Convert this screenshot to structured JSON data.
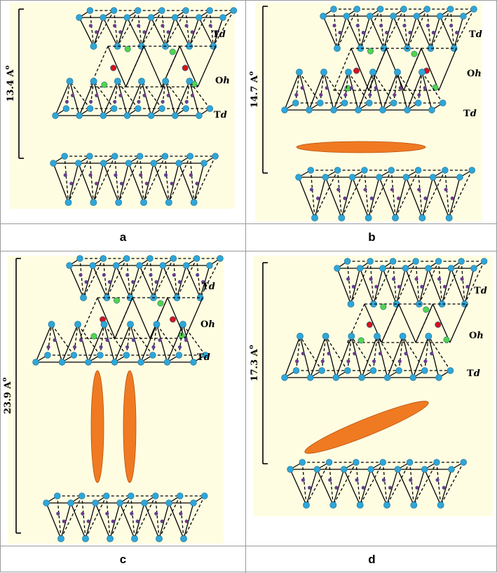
{
  "figure": {
    "panels": [
      {
        "id": "a",
        "label": "a",
        "spacing": "13.4 A",
        "spacing_superscript": "o",
        "site_labels": [
          {
            "main": "T",
            "sub": "d"
          },
          {
            "main": "O",
            "sub": "h"
          },
          {
            "main": "T",
            "sub": "d"
          }
        ],
        "intercalated_molecules": 0,
        "molecule_orientation": "none"
      },
      {
        "id": "b",
        "label": "b",
        "spacing": "14.7 A",
        "spacing_superscript": "o",
        "site_labels": [
          {
            "main": "T",
            "sub": "d"
          },
          {
            "main": "O",
            "sub": "h"
          },
          {
            "main": "T",
            "sub": "d"
          }
        ],
        "intercalated_molecules": 1,
        "molecule_orientation": "horizontal"
      },
      {
        "id": "c",
        "label": "c",
        "spacing": "23.9 A",
        "spacing_superscript": "o",
        "site_labels": [
          {
            "main": "T",
            "sub": "d"
          },
          {
            "main": "O",
            "sub": "h"
          },
          {
            "main": "T",
            "sub": "d"
          }
        ],
        "intercalated_molecules": 2,
        "molecule_orientation": "vertical"
      },
      {
        "id": "d",
        "label": "d",
        "spacing": "17.3 A",
        "spacing_superscript": "o",
        "site_labels": [
          {
            "main": "T",
            "sub": "d"
          },
          {
            "main": "O",
            "sub": "h"
          },
          {
            "main": "T",
            "sub": "d"
          }
        ],
        "intercalated_molecules": 1,
        "molecule_orientation": "tilted"
      }
    ]
  },
  "colors": {
    "panel_background": "#fffde1",
    "atom_oxygen": "#2fa6d8",
    "atom_tetrahedral_cation": "#8a2a8c",
    "atom_octahedral_cation": "#d6121c",
    "atom_green": "#55d34a",
    "molecule": "#f07a22",
    "bond": "#000000",
    "grid_line": "#9a9a9a"
  }
}
